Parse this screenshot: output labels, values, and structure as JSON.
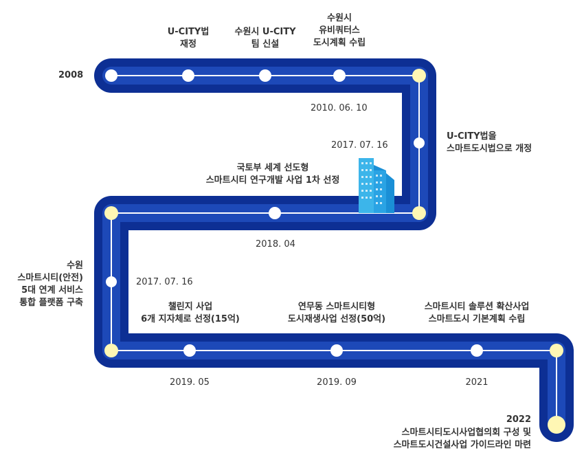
{
  "colors": {
    "path_outer": "#0d2f94",
    "path_inner": "#1d49b8",
    "path_line": "#ffffff",
    "node_white": "#ffffff",
    "node_yellow": "#fff7b4",
    "building_light": "#3cb5ea",
    "building_dark": "#1a8fd6"
  },
  "timeline": {
    "start_year": "2008",
    "top_events": {
      "e1": [
        "U-CITY법",
        "재정"
      ],
      "e2": [
        "수원시 U-CITY",
        "팀 신설"
      ],
      "e3": [
        "수원시",
        "유비쿼터스",
        "도시계획 수립"
      ]
    },
    "date_2010": "2010. 06. 10",
    "amend": [
      "U-CITY법을",
      "스마트도시법으로 개정"
    ],
    "date_2017a": "2017. 07. 16",
    "molit": [
      "국토부 세계 선도형",
      "스마트시티 연구개발 사업 1차 선정"
    ],
    "date_2018": "2018. 04",
    "suwon": [
      "수원",
      "스마트시티(안전)",
      "5대 연계 서비스",
      "통합 플랫폼 구축"
    ],
    "date_2017b": "2017. 07. 16",
    "challenge": [
      "챌린지 사업",
      "6개 지자체로 선정(15억)"
    ],
    "yeonmu": [
      "연무동 스마트시티형",
      "도시재생사업 선정(50억)"
    ],
    "solution": [
      "스마트시티 솔루션 확산사업",
      "스마트도시 기본계획 수립"
    ],
    "date_2019a": "2019. 05",
    "date_2019b": "2019. 09",
    "date_2021": "2021",
    "end_year": "2022",
    "end_event": [
      "스마트시티도시사업협의회 구성 및",
      "스마트도시건설사업 가이드라인 마련"
    ]
  }
}
